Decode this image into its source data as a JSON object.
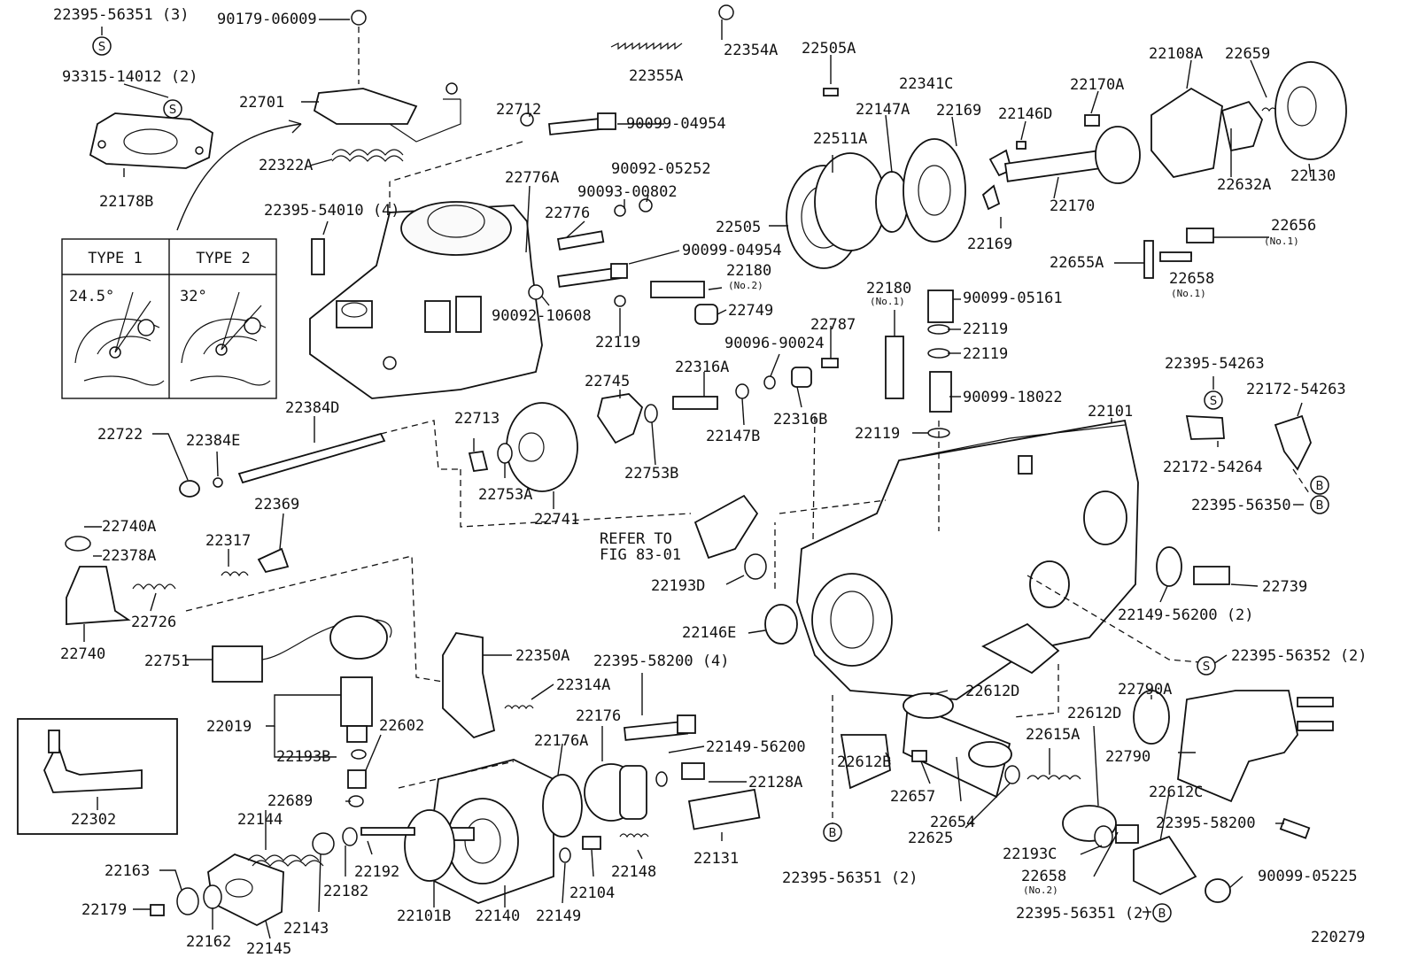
{
  "figure_number": "220279",
  "note_text": "REFER TO",
  "note_ref": "FIG 83-01",
  "type_table": {
    "col1_header": "TYPE 1",
    "col2_header": "TYPE 2",
    "col1_angle": "24.5°",
    "col2_angle": "32°"
  },
  "marker_letters": {
    "s": "S",
    "b": "B"
  },
  "labels": {
    "p22395_56351_3": "22395-56351 (3)",
    "p90179_06009": "90179-06009",
    "p22355A": "22355A",
    "p22354A": "22354A",
    "p22505A": "22505A",
    "p22341C": "22341C",
    "p22108A": "22108A",
    "p22659": "22659",
    "p93315_14012": "93315-14012 (2)",
    "p22701": "22701",
    "p22712": "22712",
    "p90099_04954a": "90099-04954",
    "p22170A": "22170A",
    "p22147A": "22147A",
    "p22169a": "22169",
    "p22146D": "22146D",
    "p22511A": "22511A",
    "p22322A": "22322A",
    "p90092_05252": "90092-05252",
    "p22130": "22130",
    "p22632A": "22632A",
    "p22178B": "22178B",
    "p22776A": "22776A",
    "p90093_00802": "90093-00802",
    "p22170": "22170",
    "p22395_54010": "22395-54010 (4)",
    "p22776": "22776",
    "p22505": "22505",
    "p22656": "22656",
    "p22656_sub": "(No.1)",
    "p90099_04954b": "90099-04954",
    "p22169b": "22169",
    "p22655A": "22655A",
    "p22658_1": "22658",
    "p22658_1_sub": "(No.1)",
    "p22180_2": "22180",
    "p22180_2_sub": "(No.2)",
    "p22180_1": "22180",
    "p22180_1_sub": "(No.1)",
    "p90099_05161": "90099-05161",
    "p90092_10608": "90092-10608",
    "p22749": "22749",
    "p22119a": "22119",
    "p22787": "22787",
    "p90096_90024": "90096-90024",
    "p22119b": "22119",
    "p22119c": "22119",
    "p22745": "22745",
    "p22316A": "22316A",
    "p22395_54263": "22395-54263",
    "p90099_18022": "90099-18022",
    "p22172_54263": "22172-54263",
    "p22384D": "22384D",
    "p22713": "22713",
    "p22147B": "22147B",
    "p22316B": "22316B",
    "p22101": "22101",
    "p22119d": "22119",
    "p22722": "22722",
    "p22384E": "22384E",
    "p22753B": "22753B",
    "p22172_54264": "22172-54264",
    "p22753A": "22753A",
    "p22741": "22741",
    "p22395_56350": "22395-56350",
    "p22369": "22369",
    "p22740A": "22740A",
    "p22317": "22317",
    "p22378A": "22378A",
    "p22193D": "22193D",
    "p22739": "22739",
    "p22726": "22726",
    "p22149_56200_2": "22149-56200 (2)",
    "p22146E": "22146E",
    "p22740": "22740",
    "p22350A": "22350A",
    "p22395_58200_4": "22395-58200 (4)",
    "p22395_56352": "22395-56352 (2)",
    "p22751": "22751",
    "p22314A": "22314A",
    "p22790A": "22790A",
    "p22612D_a": "22612D",
    "p22176": "22176",
    "p22612D_b": "22612D",
    "p22019": "22019",
    "p22602": "22602",
    "p22149_56200": "22149-56200",
    "p22176A": "22176A",
    "p22615A": "22615A",
    "p22193B": "22193B",
    "p22790": "22790",
    "p22612B": "22612B",
    "p22128A": "22128A",
    "p22612C": "22612C",
    "p22689": "22689",
    "p22657": "22657",
    "p22302": "22302",
    "p22144": "22144",
    "p22395_58200": "22395-58200",
    "p22654": "22654",
    "p22148": "22148",
    "p22625": "22625",
    "p22193C": "22193C",
    "p22131": "22131",
    "p22163": "22163",
    "p22192": "22192",
    "p22658_2": "22658",
    "p22658_2_sub": "(No.2)",
    "p22395_56351_2a": "22395-56351 (2)",
    "p90099_05225": "90099-05225",
    "p22182": "22182",
    "p22104": "22104",
    "p22179": "22179",
    "p22143": "22143",
    "p22101B": "22101B",
    "p22140": "22140",
    "p22149": "22149",
    "p22395_56351_2b": "22395-56351 (2)",
    "p22162": "22162",
    "p22145": "22145"
  }
}
